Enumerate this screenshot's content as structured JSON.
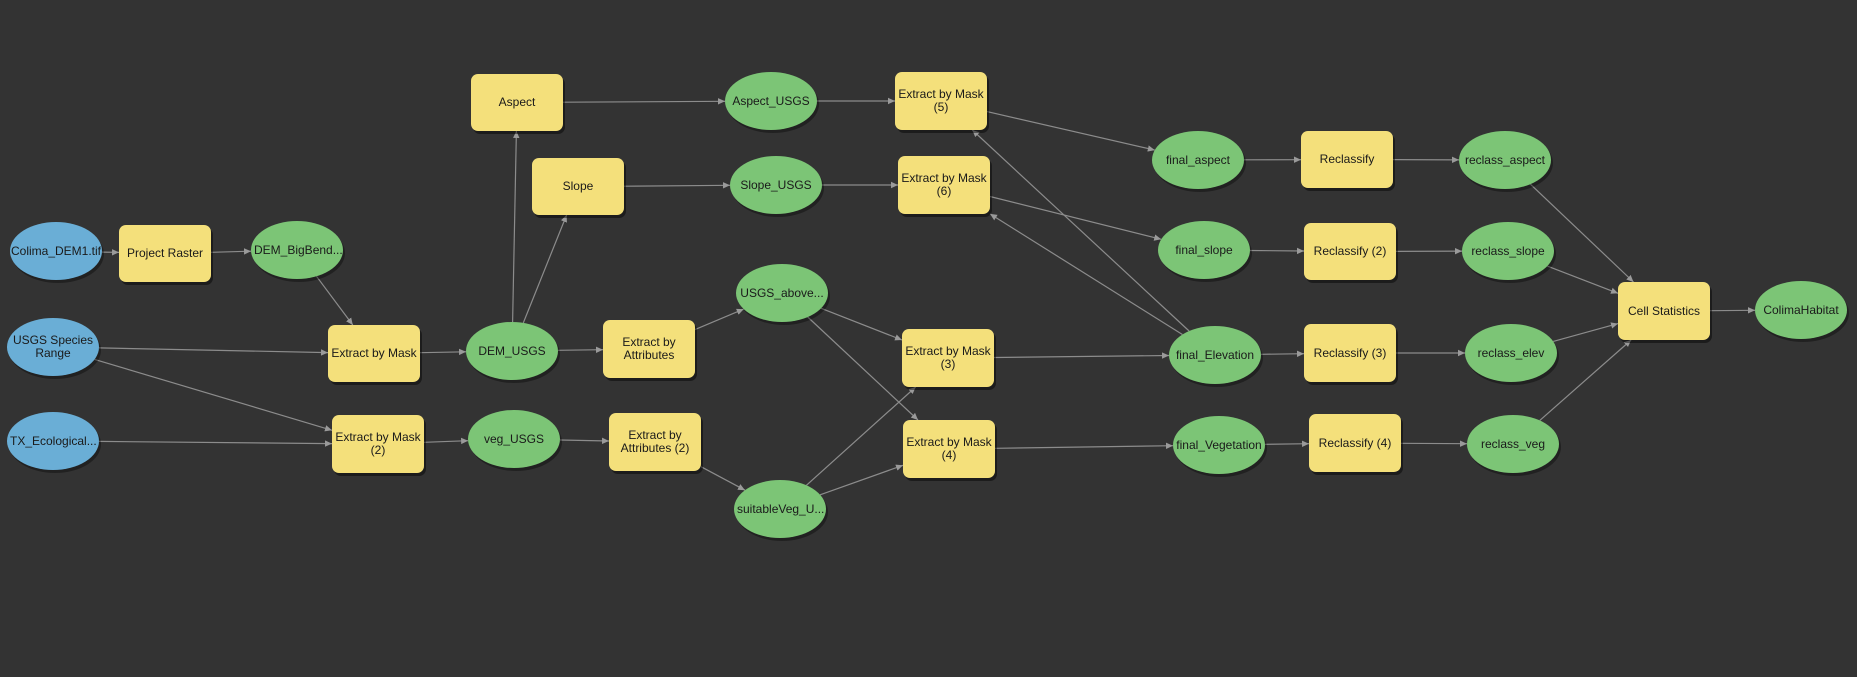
{
  "model": {
    "nodes": [
      {
        "id": "colima_dem",
        "label": "Colima_DEM1.tif",
        "kind": "input"
      },
      {
        "id": "usgs_range",
        "label": "USGS Species Range",
        "kind": "input"
      },
      {
        "id": "tx_eco",
        "label": "TX_Ecological...",
        "kind": "input"
      },
      {
        "id": "project_raster",
        "label": "Project Raster",
        "kind": "process"
      },
      {
        "id": "dem_bigbend",
        "label": "DEM_BigBend...",
        "kind": "derived"
      },
      {
        "id": "extract_mask",
        "label": "Extract by Mask",
        "kind": "process"
      },
      {
        "id": "extract_mask_2",
        "label": "Extract by Mask (2)",
        "kind": "process"
      },
      {
        "id": "dem_usgs",
        "label": "DEM_USGS",
        "kind": "derived"
      },
      {
        "id": "veg_usgs",
        "label": "veg_USGS",
        "kind": "derived"
      },
      {
        "id": "aspect",
        "label": "Aspect",
        "kind": "process"
      },
      {
        "id": "slope",
        "label": "Slope",
        "kind": "process"
      },
      {
        "id": "extract_attr",
        "label": "Extract by Attributes",
        "kind": "process"
      },
      {
        "id": "extract_attr_2",
        "label": "Extract by Attributes (2)",
        "kind": "process"
      },
      {
        "id": "aspect_usgs",
        "label": "Aspect_USGS",
        "kind": "derived"
      },
      {
        "id": "slope_usgs",
        "label": "Slope_USGS",
        "kind": "derived"
      },
      {
        "id": "usgs_above",
        "label": "USGS_above...",
        "kind": "derived"
      },
      {
        "id": "suitable_veg",
        "label": "suitableVeg_U...",
        "kind": "derived"
      },
      {
        "id": "extract_mask_5",
        "label": "Extract by Mask (5)",
        "kind": "process"
      },
      {
        "id": "extract_mask_6",
        "label": "Extract by Mask (6)",
        "kind": "process"
      },
      {
        "id": "extract_mask_3",
        "label": "Extract by Mask (3)",
        "kind": "process"
      },
      {
        "id": "extract_mask_4",
        "label": "Extract by Mask (4)",
        "kind": "process"
      },
      {
        "id": "final_aspect",
        "label": "final_aspect",
        "kind": "derived"
      },
      {
        "id": "final_slope",
        "label": "final_slope",
        "kind": "derived"
      },
      {
        "id": "final_elevation",
        "label": "final_Elevation",
        "kind": "derived"
      },
      {
        "id": "final_vegetation",
        "label": "final_Vegetation",
        "kind": "derived"
      },
      {
        "id": "reclassify",
        "label": "Reclassify",
        "kind": "process"
      },
      {
        "id": "reclassify_2",
        "label": "Reclassify (2)",
        "kind": "process"
      },
      {
        "id": "reclassify_3",
        "label": "Reclassify (3)",
        "kind": "process"
      },
      {
        "id": "reclassify_4",
        "label": "Reclassify (4)",
        "kind": "process"
      },
      {
        "id": "reclass_aspect",
        "label": "reclass_aspect",
        "kind": "derived"
      },
      {
        "id": "reclass_slope",
        "label": "reclass_slope",
        "kind": "derived"
      },
      {
        "id": "reclass_elev",
        "label": "reclass_elev",
        "kind": "derived"
      },
      {
        "id": "reclass_veg",
        "label": "reclass_veg",
        "kind": "derived"
      },
      {
        "id": "cell_statistics",
        "label": "Cell Statistics",
        "kind": "process"
      },
      {
        "id": "colima_habitat",
        "label": "ColimaHabitat",
        "kind": "derived"
      }
    ],
    "edges": [
      [
        "colima_dem",
        "project_raster"
      ],
      [
        "project_raster",
        "dem_bigbend"
      ],
      [
        "dem_bigbend",
        "extract_mask"
      ],
      [
        "usgs_range",
        "extract_mask"
      ],
      [
        "usgs_range",
        "extract_mask_2"
      ],
      [
        "tx_eco",
        "extract_mask_2"
      ],
      [
        "extract_mask",
        "dem_usgs"
      ],
      [
        "extract_mask_2",
        "veg_usgs"
      ],
      [
        "dem_usgs",
        "aspect"
      ],
      [
        "dem_usgs",
        "slope"
      ],
      [
        "dem_usgs",
        "extract_attr"
      ],
      [
        "veg_usgs",
        "extract_attr_2"
      ],
      [
        "aspect",
        "aspect_usgs"
      ],
      [
        "slope",
        "slope_usgs"
      ],
      [
        "extract_attr",
        "usgs_above"
      ],
      [
        "extract_attr_2",
        "suitable_veg"
      ],
      [
        "aspect_usgs",
        "extract_mask_5"
      ],
      [
        "slope_usgs",
        "extract_mask_6"
      ],
      [
        "usgs_above",
        "extract_mask_3"
      ],
      [
        "usgs_above",
        "extract_mask_4"
      ],
      [
        "suitable_veg",
        "extract_mask_3"
      ],
      [
        "suitable_veg",
        "extract_mask_4"
      ],
      [
        "final_elevation",
        "extract_mask_5"
      ],
      [
        "final_elevation",
        "extract_mask_6"
      ],
      [
        "extract_mask_5",
        "final_aspect"
      ],
      [
        "extract_mask_6",
        "final_slope"
      ],
      [
        "extract_mask_3",
        "final_elevation"
      ],
      [
        "extract_mask_4",
        "final_vegetation"
      ],
      [
        "final_aspect",
        "reclassify"
      ],
      [
        "final_slope",
        "reclassify_2"
      ],
      [
        "final_elevation",
        "reclassify_3"
      ],
      [
        "final_vegetation",
        "reclassify_4"
      ],
      [
        "reclassify",
        "reclass_aspect"
      ],
      [
        "reclassify_2",
        "reclass_slope"
      ],
      [
        "reclassify_3",
        "reclass_elev"
      ],
      [
        "reclassify_4",
        "reclass_veg"
      ],
      [
        "reclass_aspect",
        "cell_statistics"
      ],
      [
        "reclass_slope",
        "cell_statistics"
      ],
      [
        "reclass_elev",
        "cell_statistics"
      ],
      [
        "reclass_veg",
        "cell_statistics"
      ],
      [
        "cell_statistics",
        "colima_habitat"
      ]
    ]
  }
}
